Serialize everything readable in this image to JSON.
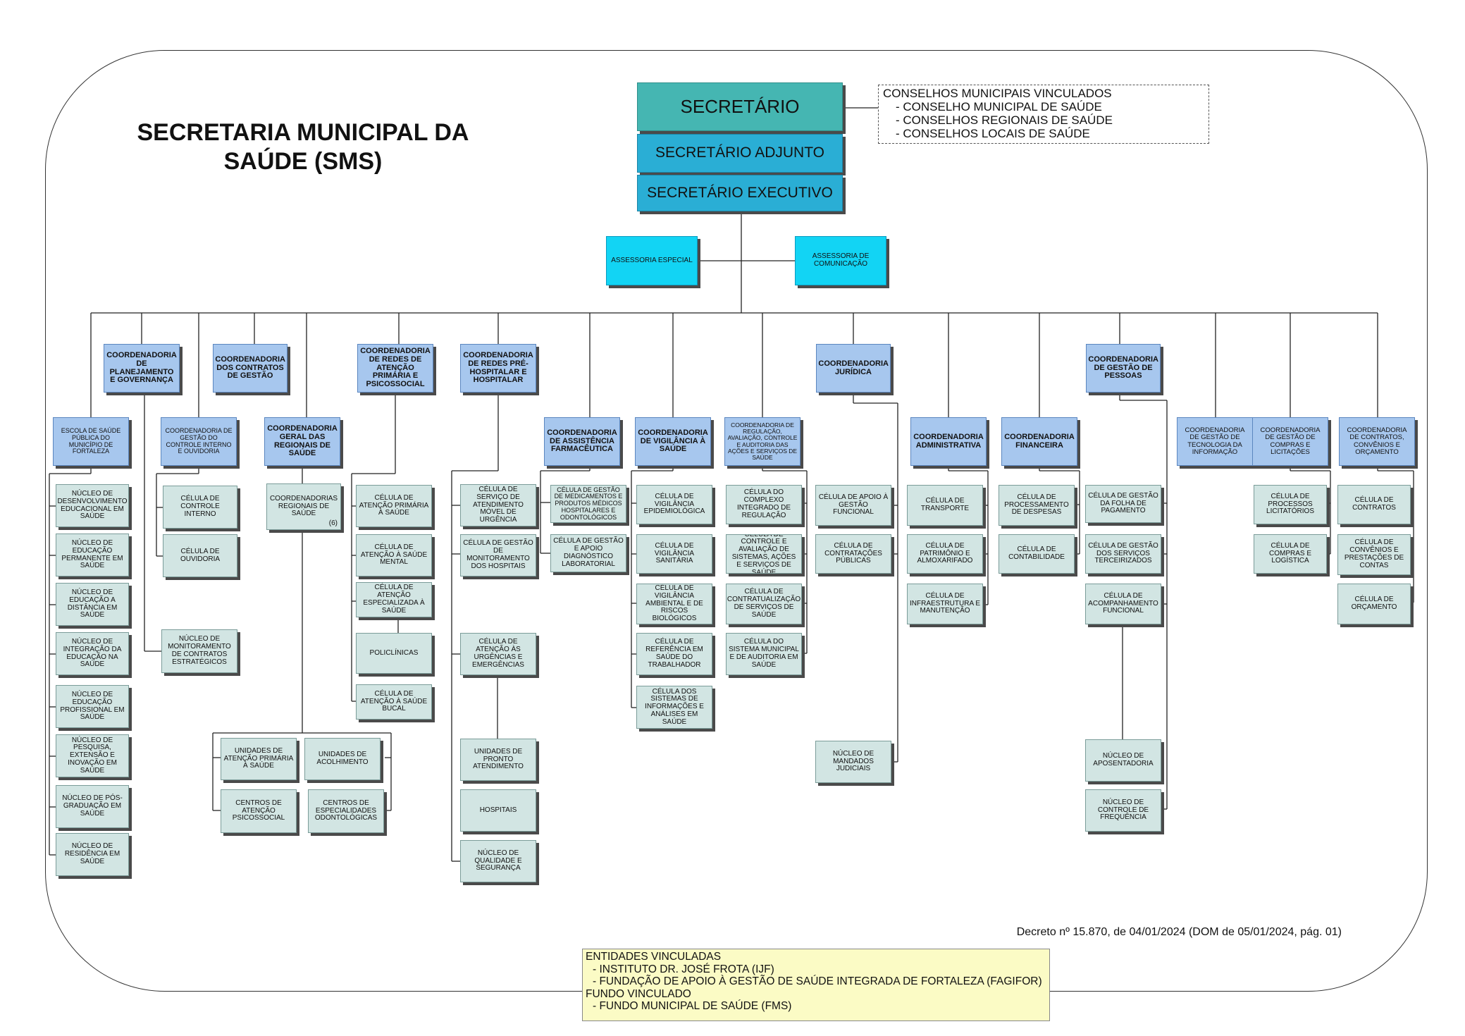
{
  "title": "SECRETARIA MUNICIPAL DA SAÚDE (SMS)",
  "top": {
    "secretario": "SECRETÁRIO",
    "adjunto": "SECRETÁRIO ADJUNTO",
    "executivo": "SECRETÁRIO EXECUTIVO"
  },
  "conselhos": {
    "header": "CONSELHOS MUNICIPAIS VINCULADOS",
    "items": [
      "- CONSELHO MUNICIPAL DE SAÚDE",
      "- CONSELHOS REGIONAIS DE SAÚDE",
      "- CONSELHOS LOCAIS DE SAÚDE"
    ]
  },
  "assessorias": {
    "especial": "ASSESSORIA ESPECIAL",
    "comunicacao": "ASSESSORIA DE COMUNICAÇÃO"
  },
  "coord": {
    "planejamento": "COORDENADORIA DE PLANEJAMENTO E GOVERNANÇA",
    "contratos_gestao": "COORDENADORIA DOS CONTRATOS DE GESTÃO",
    "redes_aps": "COORDENADORIA DE REDES DE ATENÇÃO PRIMÁRIA E PSICOSSOCIAL",
    "redes_pre": "COORDENADORIA DE REDES PRÉ-HOSPITALAR E HOSPITALAR",
    "juridica": "COORDENADORIA JURÍDICA",
    "pessoas": "COORDENADORIA DE GESTÃO DE PESSOAS",
    "escola": "ESCOLA DE SAÚDE PÚBLICA DO MUNICÍPIO DE FORTALEZA",
    "controle": "COORDENADORIA DE GESTÃO DO CONTROLE INTERNO E OUVIDORIA",
    "regionais": "COORDENADORIA GERAL DAS REGIONAIS DE SAÚDE",
    "farmaceutica": "COORDENADORIA DE ASSISTÊNCIA FARMACÊUTICA",
    "vigilancia": "COORDENADORIA DE VIGILÂNCIA À SAÚDE",
    "regulacao": "COORDENADORIA DE REGULAÇÃO, AVALIAÇÃO, CONTROLE E AUDITORIA DAS AÇÕES E SERVIÇOS DE SAÚDE",
    "administrativa": "COORDENADORIA ADMINISTRATIVA",
    "financeira": "COORDENADORIA FINANCEIRA",
    "ti": "COORDENADORIA DE GESTÃO DE TECNOLOGIA DA INFORMAÇÃO",
    "compras": "COORDENADORIA DE GESTÃO DE COMPRAS E LICITAÇÕES",
    "contratos": "COORDENADORIA DE CONTRATOS, CONVÊNIOS E ORÇAMENTO"
  },
  "escola_items": [
    "NÚCLEO DE DESENVOLVIMENTO EDUCACIONAL EM SAÚDE",
    "NÚCLEO DE EDUCAÇÃO PERMANENTE EM SAÚDE",
    "NÚCLEO DE EDUCAÇÃO A DISTÂNCIA EM SAÚDE",
    "NÚCLEO DE INTEGRAÇÃO DA EDUCAÇÃO NA SAÚDE",
    "NÚCLEO DE EDUCAÇÃO PROFISSIONAL EM SAÚDE",
    "NÚCLEO DE PESQUISA, EXTENSÃO E INOVAÇÃO EM SAÚDE",
    "NÚCLEO DE PÓS-GRADUAÇÃO EM SAÚDE",
    "NÚCLEO DE RESIDÊNCIA EM SAÚDE"
  ],
  "controle_items": [
    "CÉLULA DE CONTROLE INTERNO",
    "CÉLULA DE OUVIDORIA"
  ],
  "planejamento_item": "NÚCLEO DE MONITORAMENTO DE CONTRATOS ESTRATÉGICOS",
  "regionais_item": "COORDENADORIAS REGIONAIS DE SAÚDE",
  "regionais_count": "(6)",
  "regionais_units": [
    "UNIDADES DE ATENÇÃO PRIMÁRIA À SAÚDE",
    "UNIDADES DE ACOLHIMENTO",
    "CENTROS DE ATENÇÃO PSICOSSOCIAL",
    "CENTROS DE ESPECIALIDADES ODONTOLÓGICAS"
  ],
  "aps_items": [
    "CÉLULA DE ATENÇÃO PRIMÁRIA À SAÚDE",
    "CÉLULA DE ATENÇÃO À SAÚDE MENTAL",
    "CÉLULA DE ATENÇÃO ESPECIALIZADA À SAÚDE",
    "POLICLÍNICAS",
    "CÉLULA DE ATENÇÃO À SAÚDE BUCAL"
  ],
  "pre_items": [
    "CÉLULA DE SERVIÇO DE ATENDIMENTO MÓVEL DE URGÊNCIA",
    "CÉLULA DE GESTÃO DE MONITORAMENTO DOS HOSPITAIS",
    "CÉLULA DE ATENÇÃO ÀS URGÊNCIAS E EMERGÊNCIAS",
    "UNIDADES DE PRONTO ATENDIMENTO",
    "HOSPITAIS",
    "NÚCLEO DE QUALIDADE E SEGURANÇA"
  ],
  "farm_items": [
    "CÉLULA DE GESTÃO DE MEDICAMENTOS E PRODUTOS MÉDICOS HOSPITALARES E ODONTOLÓGICOS",
    "CÉLULA DE GESTÃO E APOIO DIAGNÓSTICO LABORATORIAL"
  ],
  "vig_items": [
    "CÉLULA DE VIGILÂNCIA EPIDEMIOLÓGICA",
    "CÉLULA DE VIGILÂNCIA SANITÁRIA",
    "CÉLULA DE VIGILÂNCIA AMBIENTAL E DE RISCOS BIOLÓGICOS",
    "CÉLULA DE REFERÊNCIA EM SAÚDE DO TRABALHADOR",
    "CÉLULA DOS SISTEMAS DE INFORMAÇÕES E ANÁLISES EM SAÚDE"
  ],
  "reg_items": [
    "CÉLULA DO COMPLEXO INTEGRADO DE REGULAÇÃO",
    "CÉLULA DE CONTROLE E AVALIAÇÃO DE SISTEMAS, AÇÕES E SERVIÇOS DE SAÚDE",
    "CÉLULA DE CONTRATUALIZAÇÃO DE SERVIÇOS DE SAÚDE",
    "CÉLULA DO SISTEMA MUNICIPAL E DE AUDITORIA EM SAÚDE"
  ],
  "jur_items": [
    "CÉLULA DE APOIO À GESTÃO FUNCIONAL",
    "CÉLULA DE CONTRATAÇÕES PÚBLICAS",
    "NÚCLEO DE MANDADOS JUDICIAIS"
  ],
  "adm_items": [
    "CÉLULA DE TRANSPORTE",
    "CÉLULA DE PATRIMÔNIO E ALMOXARIFADO",
    "CÉLULA DE INFRAESTRUTURA E MANUTENÇÃO"
  ],
  "fin_items": [
    "CÉLULA DE PROCESSAMENTO DE DESPESAS",
    "CÉLULA DE CONTABILIDADE"
  ],
  "pes_items": [
    "CÉLULA DE GESTÃO DA FOLHA DE PAGAMENTO",
    "CÉLULA DE GESTÃO DOS SERVIÇOS TERCEIRIZADOS",
    "CÉLULA DE ACOMPANHAMENTO FUNCIONAL",
    "NÚCLEO DE APOSENTADORIA",
    "NÚCLEO DE CONTROLE DE FREQUÊNCIA"
  ],
  "compras_items": [
    "CÉLULA DE PROCESSOS LICITATÓRIOS",
    "CÉLULA DE COMPRAS E LOGÍSTICA"
  ],
  "contratos_items": [
    "CÉLULA DE CONTRATOS",
    "CÉLULA DE CONVÊNIOS E PRESTAÇÕES DE CONTAS",
    "CÉLULA DE ORÇAMENTO"
  ],
  "decree": "Decreto nº 15.870, de 04/01/2024 (DOM de 05/01/2024, pág. 01)",
  "entidades": {
    "header": "ENTIDADES VINCULADAS",
    "items": [
      "- INSTITUTO DR. JOSÉ FROTA (IJF)",
      "- FUNDAÇÃO DE APOIO À GESTÃO DE SAÚDE INTEGRADA DE FORTALEZA (FAGIFOR)"
    ],
    "fundo_header": "FUNDO VINCULADO",
    "fundo_items": [
      "- FUNDO MUNICIPAL DE SAÚDE (FMS)"
    ]
  }
}
